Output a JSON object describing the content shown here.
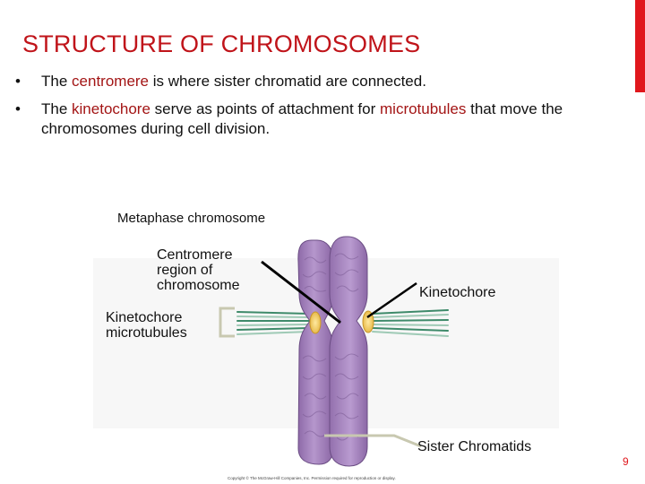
{
  "slide": {
    "title": "STRUCTURE OF CHROMOSOMES",
    "page_number": "9",
    "accent_color": "#e0171c",
    "title_color": "#c0141a",
    "highlight_color": "#a31515"
  },
  "bullets": [
    {
      "marker": "•",
      "part1": "The ",
      "term": "centromere",
      "part2": " is where sister chromatid are connected."
    },
    {
      "marker": "•",
      "part1": "The ",
      "term": "kinetochore",
      "part2": " serve as points of attachment for ",
      "term2": "microtubules",
      "part3": " that move the chromosomes during cell division."
    }
  ],
  "figure": {
    "title": "Metaphase chromosome",
    "labels": {
      "centromere_l1": "Centromere",
      "centromere_l2": "region of",
      "centromere_l3": "chromosome",
      "kinetochore": "Kinetochore",
      "microtubules_l1": "Kinetochore",
      "microtubules_l2": "microtubules",
      "sister": "Sister Chromatids"
    },
    "copyright": "Copyright © The McGraw-Hill Companies, Inc. Permission required for reproduction or display."
  }
}
